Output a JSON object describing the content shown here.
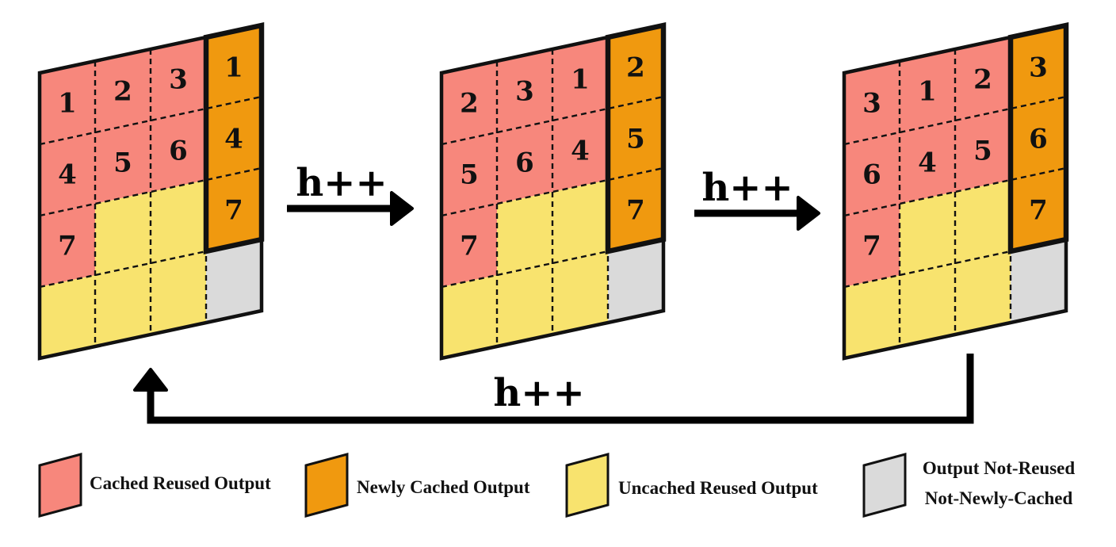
{
  "colors": {
    "cached_reused": "#F7877C",
    "newly_cached": "#F0990F",
    "uncached_reused": "#F8E36E",
    "not_reused": "#DADADA"
  },
  "panels": [
    {
      "rows": [
        [
          "1",
          "2",
          "3",
          "1"
        ],
        [
          "4",
          "5",
          "6",
          "4"
        ],
        [
          "7",
          "",
          "",
          "7"
        ],
        [
          "",
          "",
          "",
          ""
        ]
      ],
      "types": [
        [
          "c",
          "c",
          "c",
          "n"
        ],
        [
          "c",
          "c",
          "c",
          "n"
        ],
        [
          "c",
          "u",
          "u",
          "n"
        ],
        [
          "u",
          "u",
          "u",
          "g"
        ]
      ]
    },
    {
      "rows": [
        [
          "2",
          "3",
          "1",
          "2"
        ],
        [
          "5",
          "6",
          "4",
          "5"
        ],
        [
          "7",
          "",
          "",
          "7"
        ],
        [
          "",
          "",
          "",
          ""
        ]
      ],
      "types": [
        [
          "c",
          "c",
          "c",
          "n"
        ],
        [
          "c",
          "c",
          "c",
          "n"
        ],
        [
          "c",
          "u",
          "u",
          "n"
        ],
        [
          "u",
          "u",
          "u",
          "g"
        ]
      ]
    },
    {
      "rows": [
        [
          "3",
          "1",
          "2",
          "3"
        ],
        [
          "6",
          "4",
          "5",
          "6"
        ],
        [
          "7",
          "",
          "",
          "7"
        ],
        [
          "",
          "",
          "",
          ""
        ]
      ],
      "types": [
        [
          "c",
          "c",
          "c",
          "n"
        ],
        [
          "c",
          "c",
          "c",
          "n"
        ],
        [
          "c",
          "u",
          "u",
          "n"
        ],
        [
          "u",
          "u",
          "u",
          "g"
        ]
      ]
    }
  ],
  "steps": [
    "h++",
    "h++",
    "h++"
  ],
  "legend": [
    {
      "type": "c",
      "lines": [
        "Cached Reused Output"
      ]
    },
    {
      "type": "n",
      "lines": [
        "Newly Cached Output"
      ]
    },
    {
      "type": "u",
      "lines": [
        "Uncached Reused Output"
      ]
    },
    {
      "type": "g",
      "lines": [
        "Output Not-Reused",
        "Not-Newly-Cached"
      ]
    }
  ]
}
